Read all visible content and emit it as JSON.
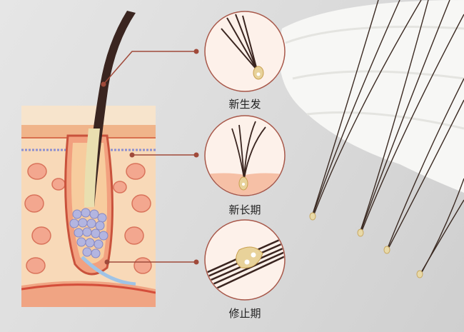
{
  "stages": [
    {
      "label": "新生发"
    },
    {
      "label": "新长期"
    },
    {
      "label": "修止期"
    }
  ],
  "colors": {
    "line": "#a04a3a",
    "hair": "#3a2520",
    "skin": "#f6c9a0",
    "background": "#dcdcdc"
  }
}
